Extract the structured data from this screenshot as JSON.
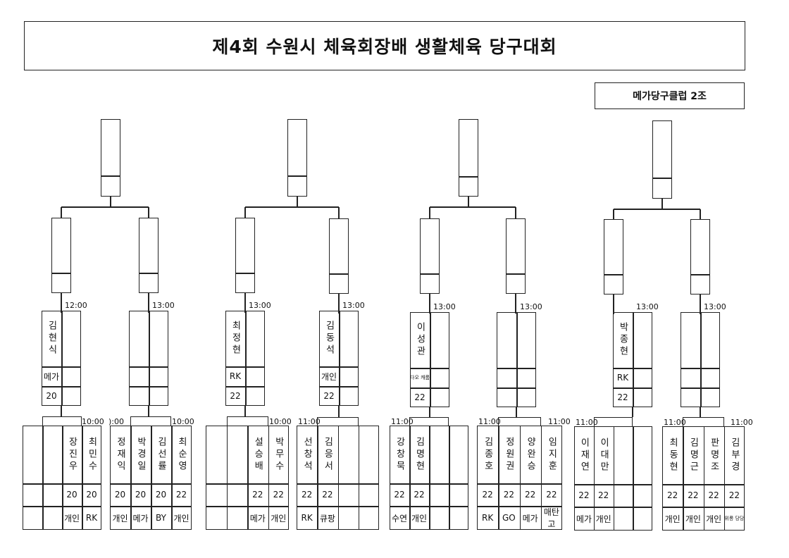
{
  "title": "제4회 수원시 체육회장배 생활체육 당구대회",
  "group": "메가당구클럽 2조",
  "slots": [
    {
      "time": "12:00",
      "name": "김현식",
      "club": "메가",
      "score": "20"
    },
    {
      "time": "13:00",
      "name": "",
      "club": "",
      "score": ""
    },
    {
      "time": "13:00",
      "name": "최정현",
      "club": "RK",
      "score": "22"
    },
    {
      "time": "13:00",
      "name": "김동석",
      "club": "개인",
      "score": "22"
    },
    {
      "time": "13:00",
      "name": "이성관",
      "club": "다오 캐롬",
      "score": "22"
    },
    {
      "time": "13:00",
      "name": "",
      "club": "",
      "score": ""
    },
    {
      "time": "13:00",
      "name": "박종현",
      "club": "RK",
      "score": "22"
    },
    {
      "time": "13:00",
      "name": "",
      "club": "",
      "score": ""
    }
  ],
  "groups": [
    {
      "time": "10:00",
      "players": [
        {
          "name": "",
          "score": "",
          "club": ""
        },
        {
          "name": "",
          "score": "",
          "club": ""
        },
        {
          "name": "장진우",
          "score": "20",
          "club": "개인"
        },
        {
          "name": "최민수",
          "score": "20",
          "club": "RK"
        }
      ]
    },
    {
      "time": "10:00",
      "time_left": "):00",
      "players": [
        {
          "name": "정재익",
          "score": "20",
          "club": "개인"
        },
        {
          "name": "박경일",
          "score": "20",
          "club": "메가"
        },
        {
          "name": "김선률",
          "score": "20",
          "club": "BY"
        },
        {
          "name": "최순영",
          "score": "22",
          "club": "개인"
        }
      ]
    },
    {
      "time": "10:00",
      "players": [
        {
          "name": "",
          "score": "",
          "club": ""
        },
        {
          "name": "",
          "score": "",
          "club": ""
        },
        {
          "name": "설승배",
          "score": "22",
          "club": "메가"
        },
        {
          "name": "박무수",
          "score": "22",
          "club": "개인"
        }
      ]
    },
    {
      "time": "11:00",
      "players": [
        {
          "name": "선창석",
          "score": "22",
          "club": "RK"
        },
        {
          "name": "김응서",
          "score": "22",
          "club": "큐팡"
        },
        {
          "name": "",
          "score": "",
          "club": ""
        },
        {
          "name": "",
          "score": "",
          "club": ""
        }
      ]
    },
    {
      "time": "11:00",
      "players": [
        {
          "name": "강창묵",
          "score": "22",
          "club": "수연"
        },
        {
          "name": "김명현",
          "score": "22",
          "club": "개인"
        },
        {
          "name": "",
          "score": "",
          "club": ""
        },
        {
          "name": "",
          "score": "",
          "club": ""
        }
      ]
    },
    {
      "time": "11:00",
      "time_right": "11:00",
      "players": [
        {
          "name": "김종호",
          "score": "22",
          "club": "RK"
        },
        {
          "name": "정원권",
          "score": "22",
          "club": "GO"
        },
        {
          "name": "양완승",
          "score": "22",
          "club": "메가"
        },
        {
          "name": "임지훈",
          "score": "22",
          "club": "매탄고"
        }
      ]
    },
    {
      "time": "11:00",
      "players": [
        {
          "name": "이재연",
          "score": "22",
          "club": "메가"
        },
        {
          "name": "이대만",
          "score": "22",
          "club": "개인"
        },
        {
          "name": "",
          "score": "",
          "club": ""
        },
        {
          "name": "",
          "score": "",
          "club": ""
        }
      ]
    },
    {
      "time": "11:00",
      "time_right": "11:00",
      "players": [
        {
          "name": "최동현",
          "score": "22",
          "club": "개인"
        },
        {
          "name": "김명근",
          "score": "22",
          "club": "개인"
        },
        {
          "name": "판명조",
          "score": "22",
          "club": "개인"
        },
        {
          "name": "김부경",
          "score": "22",
          "club": "위롱 당당"
        }
      ]
    }
  ]
}
